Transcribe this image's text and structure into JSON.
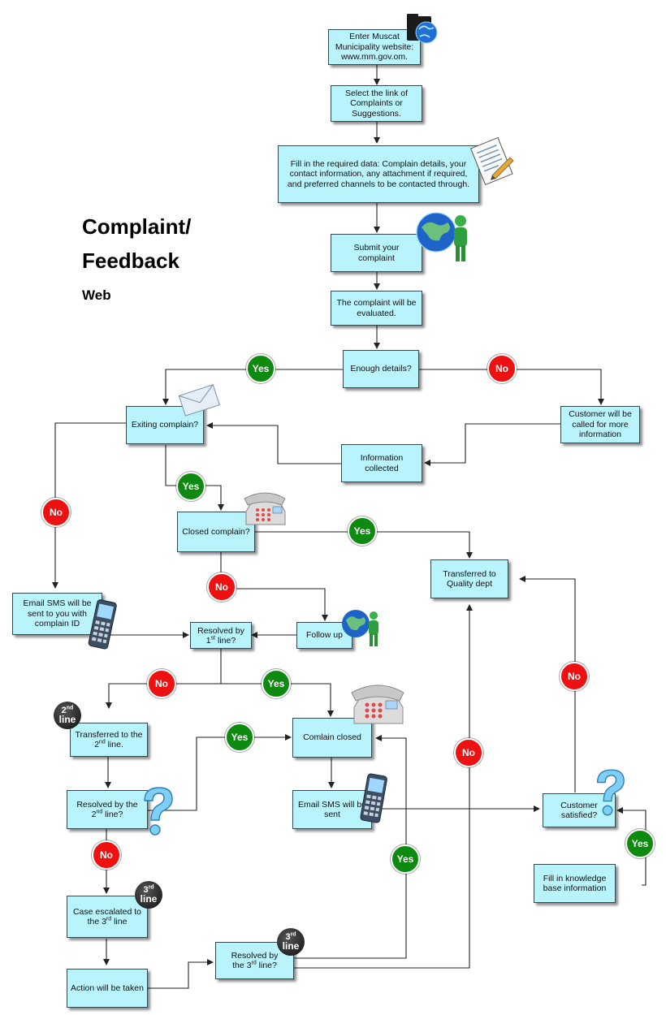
{
  "title": {
    "line1": "Complaint/",
    "line2": "Feedback",
    "subtitle": "Web"
  },
  "nodes": {
    "enter_site": "Enter Muscat Municipality website: www.mm.gov.om.",
    "select_link": "Select the link of Complaints or Suggestions.",
    "fill_data": "Fill in the required data: Complain details, your contact information, any attachment if required, and preferred channels to be contacted through.",
    "submit": "Submit your complaint",
    "evaluated": "The complaint will be evaluated.",
    "enough_details": "Enough details?",
    "customer_called": "Customer will be called for more information",
    "info_collected": "Information collected",
    "exiting_complain": "Exiting complain?",
    "closed_complain": "Closed complain?",
    "transferred_quality": "Transferred to Quality dept",
    "email_sms_id": "Email SMS will be sent to you with complain ID",
    "resolved_1st_a": "Resolved by",
    "resolved_1st_b": "1",
    "resolved_1st_sup": "st",
    "resolved_1st_c": " line?",
    "follow_up": "Follow up",
    "transferred_2nd_a": "Transferred to the",
    "transferred_2nd_b": "2",
    "transferred_2nd_sup": "nd",
    "transferred_2nd_c": " line.",
    "complain_closed": "Comlain closed",
    "resolved_2nd_a": "Resolved by the",
    "resolved_2nd_b": "2",
    "resolved_2nd_sup": "nd",
    "resolved_2nd_c": " line?",
    "email_sms_sent": "Email SMS will be sent",
    "customer_satisfied": "Customer satisfied?",
    "escalated_3rd_a": "Case escalated to",
    "escalated_3rd_b": "the 3",
    "escalated_3rd_sup": "rd",
    "escalated_3rd_c": " line",
    "fill_knowledge": "Fill in knowledge base information",
    "resolved_3rd_a": "Resolved by",
    "resolved_3rd_b": "the 3",
    "resolved_3rd_sup": "rd",
    "resolved_3rd_c": " line?",
    "action_taken": "Action will be taken"
  },
  "badges": {
    "yes": "Yes",
    "no": "No"
  },
  "line_badges": [
    {
      "num": "2",
      "sup": "nd",
      "word": "line"
    },
    {
      "num": "3",
      "sup": "rd",
      "word": "line"
    },
    {
      "num": "3",
      "sup": "rd",
      "word": "line"
    }
  ],
  "icons": [
    "globe-folder-icon",
    "document-pencil-icon",
    "globe-person-icon",
    "envelope-icon",
    "telephone-icon",
    "mobile-phone-icon",
    "question-mark-icon"
  ],
  "colors": {
    "box_fill": "#b9f3fb",
    "yes": "#0f8a10",
    "no": "#ee1111",
    "line": "#222222"
  }
}
